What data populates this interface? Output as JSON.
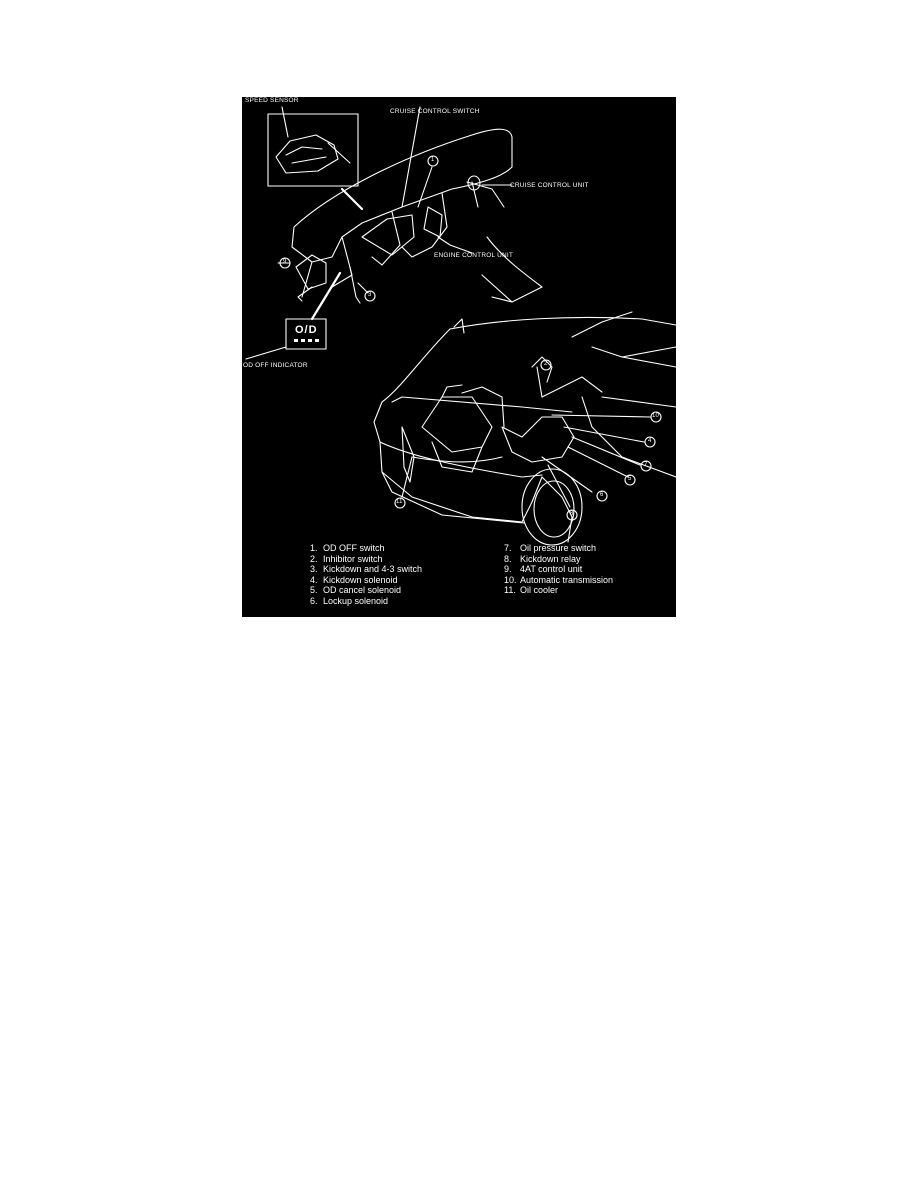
{
  "labels": {
    "speed_sensor": "SPEED SENSOR",
    "cruise_control_switch": "CRUISE CONTROL SWITCH",
    "cruise_control_unit": "CRUISE CONTROL UNIT",
    "engine_control_unit": "ENGINE CONTROL UNIT",
    "od_off_indicator": "OD OFF INDICATOR",
    "od_indicator_glyph": "O/D"
  },
  "callouts": [
    "1",
    "2",
    "3",
    "4",
    "5",
    "6",
    "7",
    "8",
    "9",
    "10",
    "11"
  ],
  "legend": {
    "left": [
      {
        "num": "1.",
        "text": "OD OFF switch"
      },
      {
        "num": "2.",
        "text": "Inhibitor switch"
      },
      {
        "num": "3.",
        "text": "Kickdown and 4-3 switch"
      },
      {
        "num": "4.",
        "text": "Kickdown solenoid"
      },
      {
        "num": "5.",
        "text": "OD cancel solenoid"
      },
      {
        "num": "6.",
        "text": "Lockup solenoid"
      }
    ],
    "right": [
      {
        "num": "7.",
        "text": "Oil pressure switch"
      },
      {
        "num": "8.",
        "text": "Kickdown relay"
      },
      {
        "num": "9.",
        "text": "4AT control unit"
      },
      {
        "num": "10.",
        "text": "Automatic transmission"
      },
      {
        "num": "11.",
        "text": "Oil cooler"
      }
    ]
  },
  "colors": {
    "background": "#000000",
    "line": "#ffffff",
    "page": "#ffffff"
  }
}
